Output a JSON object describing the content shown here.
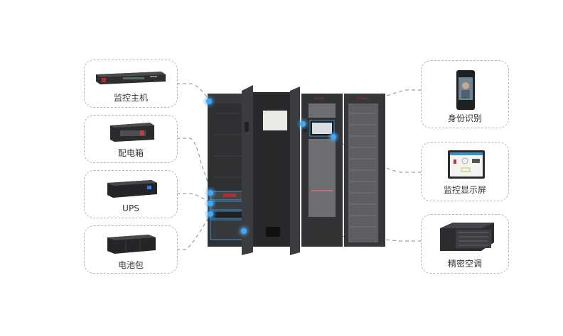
{
  "diagram": {
    "title": "",
    "left_devices": [
      {
        "id": "monitor-host",
        "label": "监控主机"
      },
      {
        "id": "power-distribution-box",
        "label": "配电箱"
      },
      {
        "id": "ups",
        "label": "UPS"
      },
      {
        "id": "battery-pack",
        "label": "电池包"
      }
    ],
    "right_devices": [
      {
        "id": "identity-recognition",
        "label": "身份识别"
      },
      {
        "id": "monitor-display-screen",
        "label": "监控显示屏"
      },
      {
        "id": "precision-air-conditioner",
        "label": "精密空调"
      }
    ],
    "center": {
      "name": "micro-module-data-center-cabinet",
      "brand_mark": "alhua"
    },
    "colors": {
      "border": "#a9bdb3",
      "connector": "#7d9aa0",
      "highlight": "#3fa9f5",
      "cabinet": "#3a3b3d"
    }
  }
}
